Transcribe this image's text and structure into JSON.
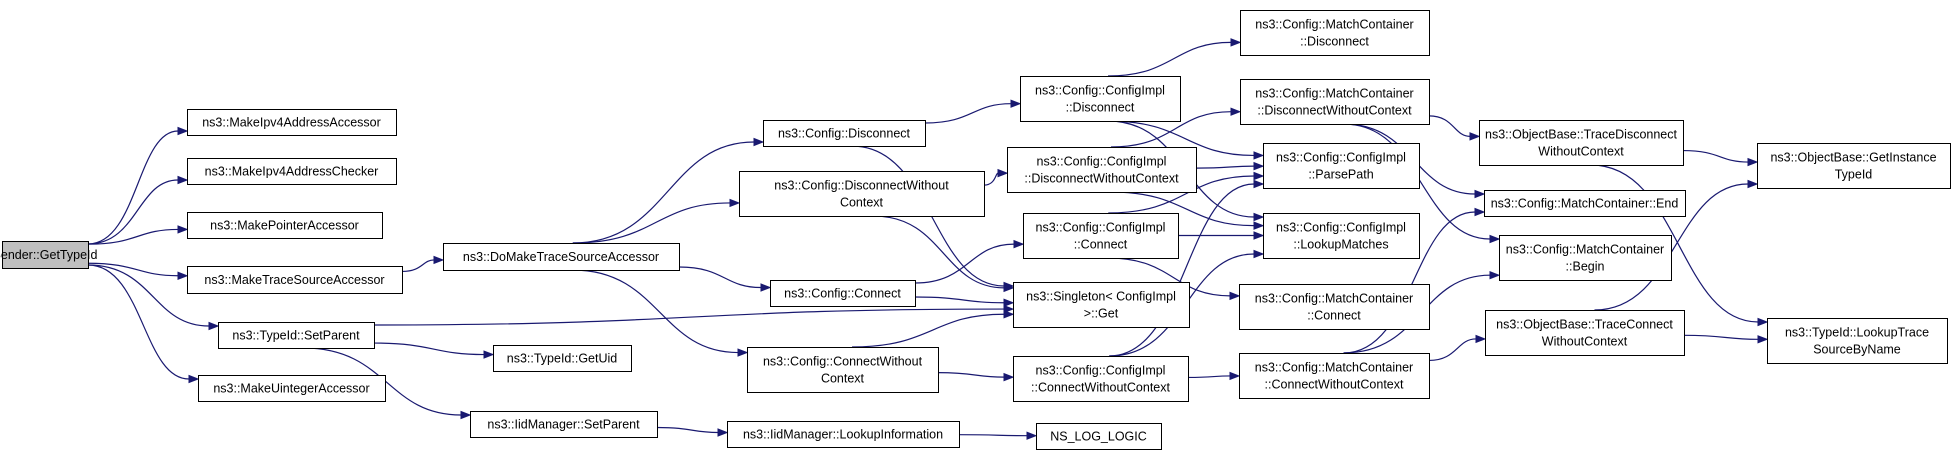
{
  "nodes": [
    {
      "id": "root",
      "lines": [
        "Sender::GetTypeId"
      ],
      "root": true
    },
    {
      "id": "mkipv4acc",
      "lines": [
        "ns3::MakeIpv4AddressAccessor"
      ]
    },
    {
      "id": "mkipv4chk",
      "lines": [
        "ns3::MakeIpv4AddressChecker"
      ]
    },
    {
      "id": "mkptracc",
      "lines": [
        "ns3::MakePointerAccessor"
      ]
    },
    {
      "id": "mktsacc",
      "lines": [
        "ns3::MakeTraceSourceAccessor"
      ]
    },
    {
      "id": "tidsetparent",
      "lines": [
        "ns3::TypeId::SetParent"
      ]
    },
    {
      "id": "mkuintacc",
      "lines": [
        "ns3::MakeUintegerAccessor"
      ]
    },
    {
      "id": "domktsacc",
      "lines": [
        "ns3::DoMakeTraceSourceAccessor"
      ]
    },
    {
      "id": "tidgetuid",
      "lines": [
        "ns3::TypeId::GetUid"
      ]
    },
    {
      "id": "iidsetparent",
      "lines": [
        "ns3::IidManager::SetParent"
      ]
    },
    {
      "id": "cfgdisconnect",
      "lines": [
        "ns3::Config::Disconnect"
      ]
    },
    {
      "id": "cfgdiscwoc",
      "lines": [
        "ns3::Config::DisconnectWithout",
        "Context"
      ]
    },
    {
      "id": "cfgconnect",
      "lines": [
        "ns3::Config::Connect"
      ]
    },
    {
      "id": "cfgconnwoc",
      "lines": [
        "ns3::Config::ConnectWithout",
        "Context"
      ]
    },
    {
      "id": "iidlookupinfo",
      "lines": [
        "ns3::IidManager::LookupInformation"
      ]
    },
    {
      "id": "implnodisconnect",
      "lines": [
        "ns3::Config::ConfigImpl",
        "::Disconnect"
      ]
    },
    {
      "id": "impldiscwoc",
      "lines": [
        "ns3::Config::ConfigImpl",
        "::DisconnectWithoutContext"
      ]
    },
    {
      "id": "implconnect",
      "lines": [
        "ns3::Config::ConfigImpl",
        "::Connect"
      ]
    },
    {
      "id": "singletonget",
      "lines": [
        "ns3::Singleton< ConfigImpl",
        " >::Get"
      ]
    },
    {
      "id": "implconnwoc",
      "lines": [
        "ns3::Config::ConfigImpl",
        "::ConnectWithoutContext"
      ]
    },
    {
      "id": "nslogic",
      "lines": [
        "NS_LOG_LOGIC"
      ]
    },
    {
      "id": "mcdisconnect",
      "lines": [
        "ns3::Config::MatchContainer",
        "::Disconnect"
      ]
    },
    {
      "id": "mcdiscwoc",
      "lines": [
        "ns3::Config::MatchContainer",
        "::DisconnectWithoutContext"
      ]
    },
    {
      "id": "implparsepath",
      "lines": [
        "ns3::Config::ConfigImpl",
        "::ParsePath"
      ]
    },
    {
      "id": "impllookup",
      "lines": [
        "ns3::Config::ConfigImpl",
        "::LookupMatches"
      ]
    },
    {
      "id": "mcconnect",
      "lines": [
        "ns3::Config::MatchContainer",
        "::Connect"
      ]
    },
    {
      "id": "mcconnwoc",
      "lines": [
        "ns3::Config::MatchContainer",
        "::ConnectWithoutContext"
      ]
    },
    {
      "id": "obtracediscwoc",
      "lines": [
        "ns3::ObjectBase::TraceDisconnect",
        "WithoutContext"
      ]
    },
    {
      "id": "mcend",
      "lines": [
        "ns3::Config::MatchContainer::End"
      ]
    },
    {
      "id": "mcbegin",
      "lines": [
        "ns3::Config::MatchContainer",
        "::Begin"
      ]
    },
    {
      "id": "obtraceconnwoc",
      "lines": [
        "ns3::ObjectBase::TraceConnect",
        "WithoutContext"
      ]
    },
    {
      "id": "obgetinst",
      "lines": [
        "ns3::ObjectBase::GetInstance",
        "TypeId"
      ]
    },
    {
      "id": "tidlookuptrace",
      "lines": [
        "ns3::TypeId::LookupTrace",
        "SourceByName"
      ]
    }
  ],
  "edges": [
    [
      "root",
      "mkipv4acc"
    ],
    [
      "root",
      "mkipv4chk"
    ],
    [
      "root",
      "mkptracc"
    ],
    [
      "root",
      "mktsacc"
    ],
    [
      "root",
      "tidsetparent"
    ],
    [
      "root",
      "mkuintacc"
    ],
    [
      "mktsacc",
      "domktsacc"
    ],
    [
      "tidsetparent",
      "singletonget"
    ],
    [
      "tidsetparent",
      "tidgetuid"
    ],
    [
      "tidsetparent",
      "iidsetparent"
    ],
    [
      "iidsetparent",
      "iidlookupinfo"
    ],
    [
      "iidlookupinfo",
      "nslogic"
    ],
    [
      "domktsacc",
      "cfgdisconnect"
    ],
    [
      "domktsacc",
      "cfgdiscwoc"
    ],
    [
      "domktsacc",
      "cfgconnect"
    ],
    [
      "domktsacc",
      "cfgconnwoc"
    ],
    [
      "cfgdisconnect",
      "implnodisconnect"
    ],
    [
      "cfgdisconnect",
      "singletonget"
    ],
    [
      "cfgdiscwoc",
      "impldiscwoc"
    ],
    [
      "cfgdiscwoc",
      "singletonget"
    ],
    [
      "cfgconnect",
      "implconnect"
    ],
    [
      "cfgconnect",
      "singletonget"
    ],
    [
      "cfgconnwoc",
      "singletonget"
    ],
    [
      "cfgconnwoc",
      "implconnwoc"
    ],
    [
      "implnodisconnect",
      "mcdisconnect"
    ],
    [
      "implnodisconnect",
      "implparsepath"
    ],
    [
      "implnodisconnect",
      "impllookup"
    ],
    [
      "impldiscwoc",
      "mcdiscwoc"
    ],
    [
      "impldiscwoc",
      "implparsepath"
    ],
    [
      "impldiscwoc",
      "impllookup"
    ],
    [
      "implconnect",
      "implparsepath"
    ],
    [
      "implconnect",
      "impllookup"
    ],
    [
      "implconnect",
      "mcconnect"
    ],
    [
      "implconnwoc",
      "implparsepath"
    ],
    [
      "implconnwoc",
      "impllookup"
    ],
    [
      "implconnwoc",
      "mcconnwoc"
    ],
    [
      "mcdiscwoc",
      "obtracediscwoc"
    ],
    [
      "mcdiscwoc",
      "mcend"
    ],
    [
      "mcdiscwoc",
      "mcbegin"
    ],
    [
      "mcconnwoc",
      "mcend"
    ],
    [
      "mcconnwoc",
      "mcbegin"
    ],
    [
      "mcconnwoc",
      "obtraceconnwoc"
    ],
    [
      "obtracediscwoc",
      "obgetinst"
    ],
    [
      "obtracediscwoc",
      "tidlookuptrace"
    ],
    [
      "obtraceconnwoc",
      "obgetinst"
    ],
    [
      "obtraceconnwoc",
      "tidlookuptrace"
    ]
  ]
}
